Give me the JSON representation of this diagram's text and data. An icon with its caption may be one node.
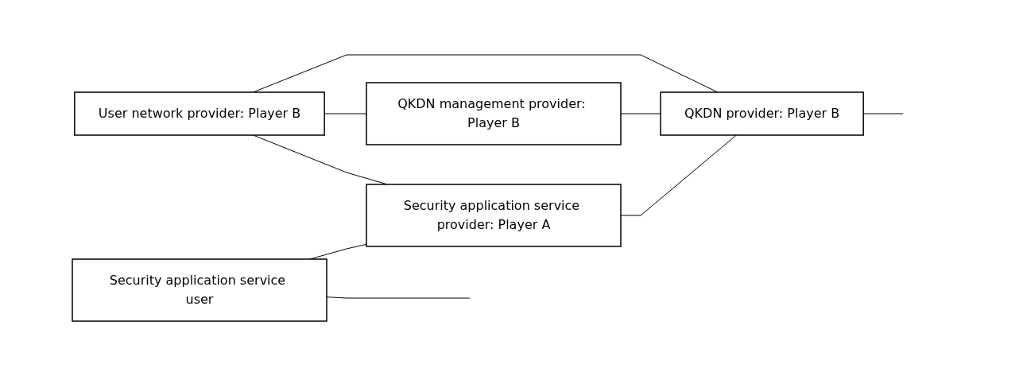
{
  "diagram": {
    "nodes": [
      {
        "text": [
          "Security application service user"
        ]
      },
      {
        "text": [
          "User network provider: Player B"
        ]
      },
      {
        "text": [
          "Security application service provider: Player A"
        ]
      },
      {
        "text": [
          "QKDN management provider: Player B"
        ]
      },
      {
        "text": [
          "QKDN provider: Player B"
        ]
      }
    ],
    "edges": [
      {
        "from": 0,
        "to": null,
        "arrow": "none"
      },
      {
        "from": 0,
        "to": 2,
        "arrow": "none"
      },
      {
        "from": 1,
        "to": 2,
        "arrow": "none"
      },
      {
        "from": 1,
        "to": 3,
        "arrow": "none"
      },
      {
        "from": 1,
        "to": 4,
        "arrow": "none"
      },
      {
        "from": 3,
        "to": 4,
        "arrow": "none"
      },
      {
        "from": 2,
        "to": 4,
        "arrow": "none"
      },
      {
        "from": 4,
        "to": null,
        "arrow": "none"
      }
    ]
  }
}
